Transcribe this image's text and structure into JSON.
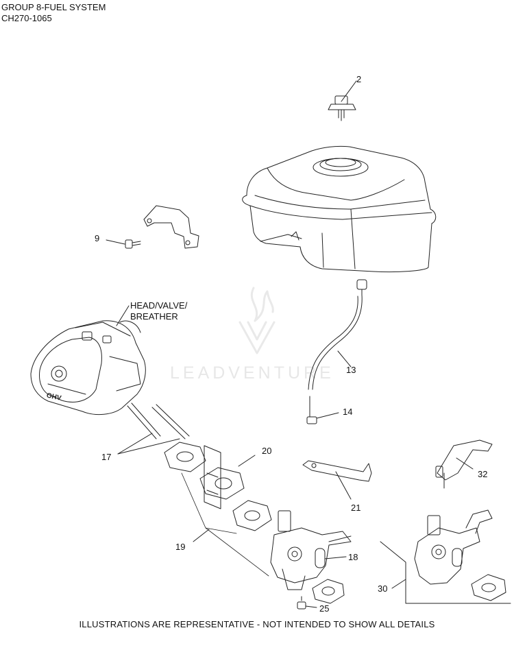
{
  "header": {
    "group": "GROUP 8-FUEL SYSTEM",
    "model": "CH270-1065"
  },
  "callouts": {
    "c2": "2",
    "c9": "9",
    "c13": "13",
    "c14": "14",
    "c17": "17",
    "c18": "18",
    "c19": "19",
    "c20": "20",
    "c21": "21",
    "c25": "25",
    "c30": "30",
    "c32": "32",
    "head_line1": "HEAD/VALVE/",
    "head_line2": "BREATHER"
  },
  "engraving": "OHV",
  "watermark": "LEADVENTURE",
  "footer": "ILLUSTRATIONS ARE REPRESENTATIVE - NOT INTENDED TO SHOW ALL DETAILS"
}
